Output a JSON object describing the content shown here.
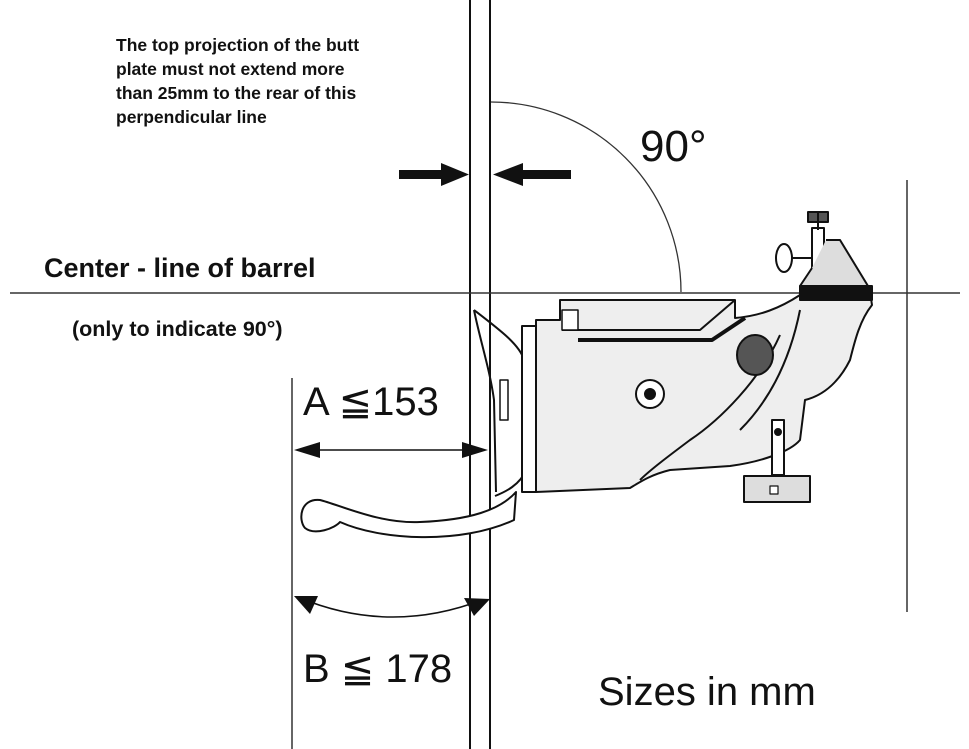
{
  "note": {
    "lines": [
      "The top projection of the butt",
      "plate must not extend more",
      "than 25mm to the rear of this",
      "perpendicular line"
    ]
  },
  "labels": {
    "angle": "90°",
    "centerline": "Center - line of barrel",
    "indicate": "(only to indicate 90°)",
    "dim_a": "A ≦153",
    "dim_b": "B ≦ 178",
    "units": "Sizes in mm"
  }
}
